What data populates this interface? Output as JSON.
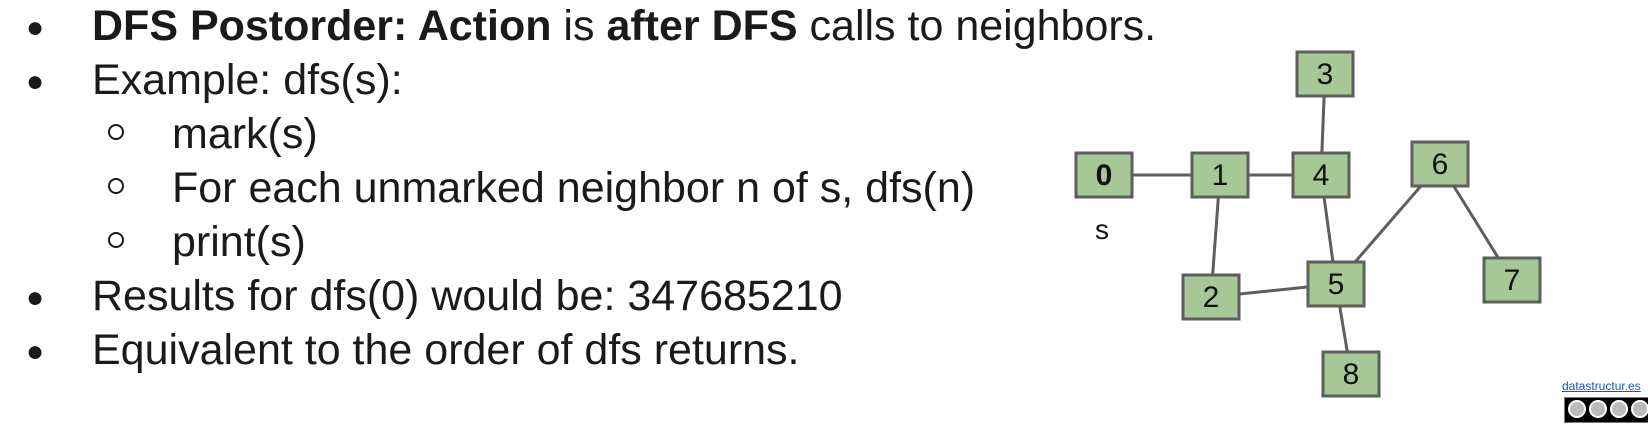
{
  "bullets": {
    "b1": {
      "part1": "DFS Postorder: Action",
      "part2": " is ",
      "part3": "after DFS",
      "part4": " calls to neighbors."
    },
    "b2": "Example: dfs(s):",
    "sub1": "mark(s)",
    "sub2": "For each unmarked neighbor n of s, dfs(n)",
    "sub3": "print(s)",
    "b3": "Results for dfs(0) would be: 347685210",
    "b4": "Equivalent to the order of dfs returns."
  },
  "graph": {
    "nodes": [
      {
        "id": "0",
        "label": "0",
        "bold": true
      },
      {
        "id": "1",
        "label": "1"
      },
      {
        "id": "2",
        "label": "2"
      },
      {
        "id": "3",
        "label": "3"
      },
      {
        "id": "4",
        "label": "4"
      },
      {
        "id": "5",
        "label": "5"
      },
      {
        "id": "6",
        "label": "6"
      },
      {
        "id": "7",
        "label": "7"
      },
      {
        "id": "8",
        "label": "8"
      }
    ],
    "edges": [
      [
        "0",
        "1"
      ],
      [
        "1",
        "4"
      ],
      [
        "1",
        "2"
      ],
      [
        "4",
        "3"
      ],
      [
        "4",
        "5"
      ],
      [
        "2",
        "5"
      ],
      [
        "5",
        "6"
      ],
      [
        "6",
        "7"
      ],
      [
        "5",
        "8"
      ]
    ],
    "source_label": "s",
    "node_fill": "#a6c896",
    "node_stroke": "#5e5e5e"
  },
  "credit": {
    "link_text": "datastructur.es"
  }
}
